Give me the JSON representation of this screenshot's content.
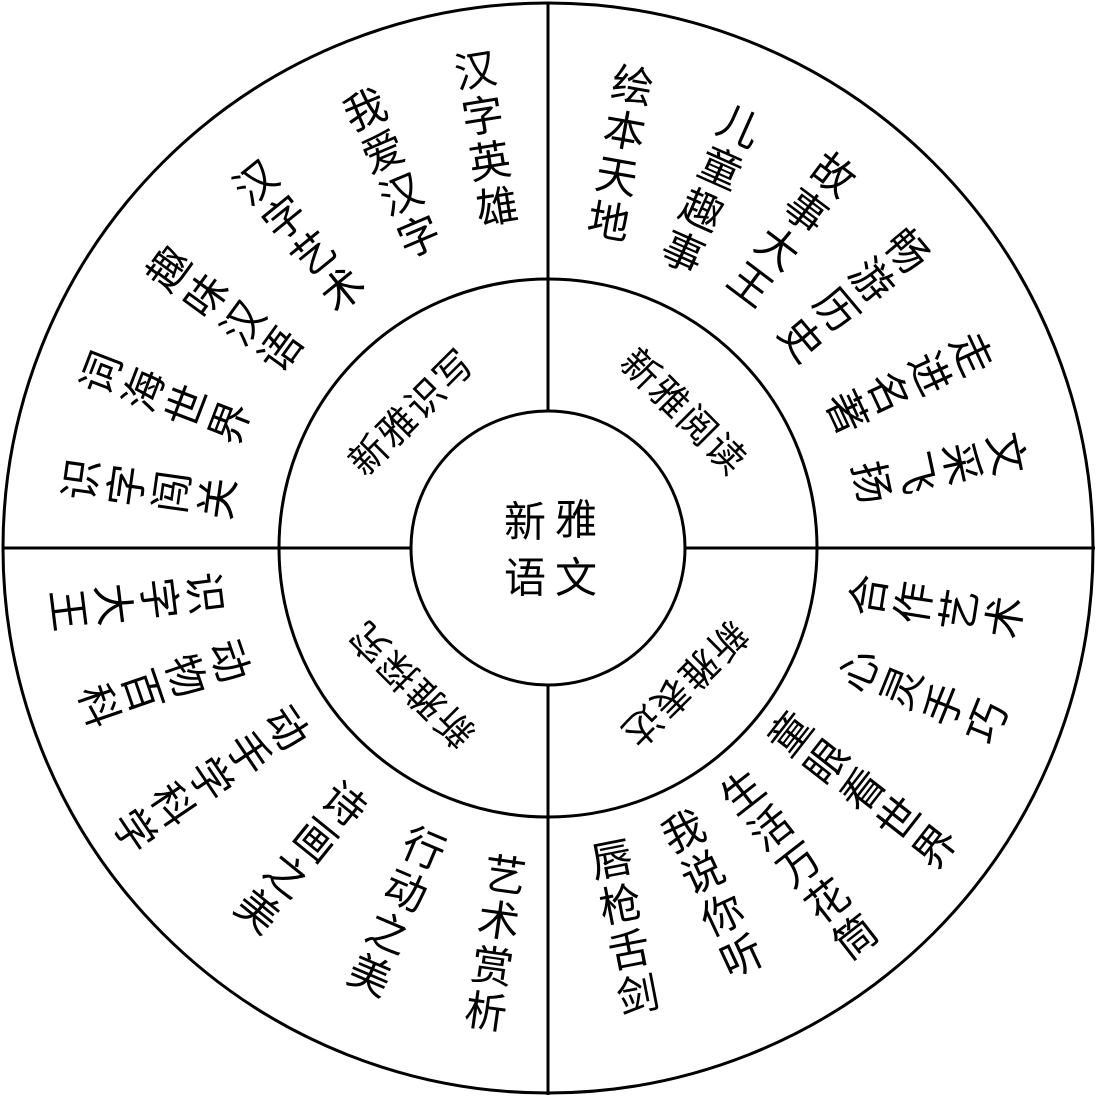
{
  "center": {
    "chars": [
      "新",
      "雅",
      "语",
      "文"
    ]
  },
  "ring": {
    "top_left": "新雅识写",
    "top_right": "新雅阅读",
    "bottom_right": "新雅表达",
    "bottom_left": "新雅探究"
  },
  "outer": {
    "top_left": [
      "汉字英雄",
      "我爱汉字",
      "汉字艺术",
      "趣味汉语",
      "词海世界",
      "识字闯关"
    ],
    "top_right": [
      "绘本天地",
      "儿童趣事",
      "故事大王",
      "畅游历史",
      "走进名著",
      "文采飞扬"
    ],
    "bottom_right": [
      "合作艺术",
      "心灵手巧",
      "童眼看世界",
      "生活万花筒",
      "我说你听",
      "唇枪舌剑"
    ],
    "bottom_left": [
      "艺术赏析",
      "行动之美",
      "诗画之美",
      "动手学科学",
      "动物百科",
      "识字大王"
    ]
  },
  "colors": {
    "stroke": "#000000",
    "background": "#ffffff"
  }
}
